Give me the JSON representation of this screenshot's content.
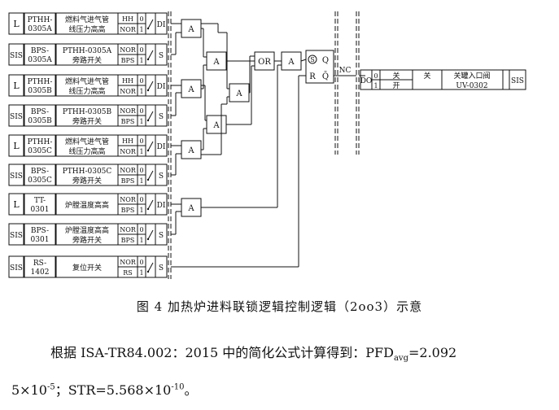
{
  "rows": [
    {
      "type": "L",
      "tag": [
        "PTHH-",
        "0305A"
      ],
      "desc": [
        "燃料气进气管",
        "线压力高高"
      ],
      "states": [
        "HH",
        "NOR"
      ],
      "bits": [
        "0",
        "1"
      ],
      "io": "DI"
    },
    {
      "type": "SIS",
      "tag": [
        "BPS-",
        "0305A"
      ],
      "desc": [
        "PTHH-0305A",
        "旁路开关"
      ],
      "states": [
        "NOR",
        "BPS"
      ],
      "bits": [
        "0",
        "1"
      ],
      "io": "S"
    },
    {
      "type": "L",
      "tag": [
        "PTHH-",
        "0305B"
      ],
      "desc": [
        "燃料气进气管",
        "线压力高高"
      ],
      "states": [
        "HH",
        "NOR"
      ],
      "bits": [
        "0",
        "1"
      ],
      "io": "DI"
    },
    {
      "type": "SIS",
      "tag": [
        "BPS-",
        "0305B"
      ],
      "desc": [
        "PTHH-0305B",
        "旁路开关"
      ],
      "states": [
        "NOR",
        "BPS"
      ],
      "bits": [
        "0",
        "1"
      ],
      "io": "S"
    },
    {
      "type": "L",
      "tag": [
        "PTHH-",
        "0305C"
      ],
      "desc": [
        "燃料气进气管",
        "线压力高高"
      ],
      "states": [
        "HH",
        "NOR"
      ],
      "bits": [
        "0",
        "1"
      ],
      "io": "DI"
    },
    {
      "type": "SIS",
      "tag": [
        "BPS-",
        "0305C"
      ],
      "desc": [
        "PTHH-0305C",
        "旁路开关"
      ],
      "states": [
        "NOR",
        "BPS"
      ],
      "bits": [
        "0",
        "1"
      ],
      "io": "S"
    },
    {
      "type": "L",
      "tag": [
        "TT-",
        "0301"
      ],
      "desc": [
        "炉膛温度高高",
        ""
      ],
      "states": [
        "NOR",
        "BPS"
      ],
      "bits": [
        "0",
        "1"
      ],
      "io": "DI"
    },
    {
      "type": "SIS",
      "tag": [
        "BPS-",
        "0301"
      ],
      "desc": [
        "炉膛温度高高",
        "旁路开关"
      ],
      "states": [
        "NOR",
        "BPS"
      ],
      "bits": [
        "0",
        "1"
      ],
      "io": "S"
    },
    {
      "type": "SIS",
      "tag": [
        "RS-",
        "1402"
      ],
      "desc": [
        "复位开关",
        ""
      ],
      "states": [
        "NOR",
        "RS"
      ],
      "bits": [
        "0",
        "1"
      ],
      "io": "S"
    }
  ],
  "gates": {
    "and": "A",
    "or": "OR"
  },
  "flipflop": {
    "set": "S",
    "reset": "R",
    "q": "Q",
    "qbar": "Q̄"
  },
  "nc": "NC",
  "output": {
    "io": "DO",
    "bits": [
      "0",
      "1"
    ],
    "states": [
      "关",
      "开"
    ],
    "state2": "关",
    "name": "关罐入口阀",
    "tag": "UV-0302",
    "type": "SIS"
  },
  "caption": "图 4  加热炉进料联锁逻辑控制逻辑（2oo3）示意",
  "paragraph": {
    "line1_prefix": "根据 ISA-TR84.002：2015 中的简化公式计算得到：PFD",
    "line1_sub": "avg",
    "line1_suffix": "=2.092",
    "line2_a": "5×10",
    "line2_exp1": "-5",
    "line2_b": "；STR=5.568×10",
    "line2_exp2": "-10",
    "line2_c": "。"
  }
}
